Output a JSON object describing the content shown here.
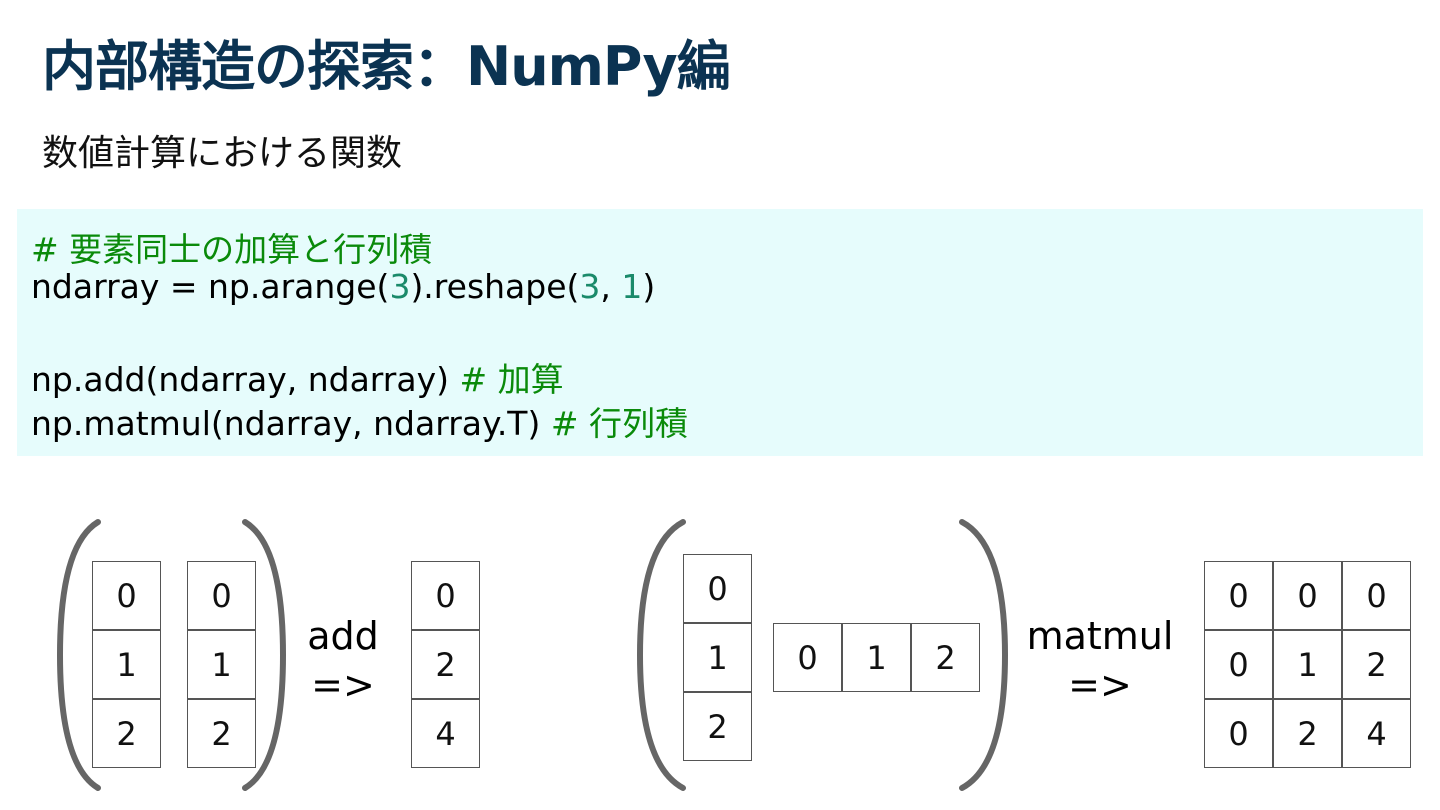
{
  "title": "内部構造の探索：NumPy編",
  "subtitle": "数値計算における関数",
  "code": {
    "comment1": "# 要素同士の加算と行列積",
    "line1_a": "ndarray = np.arange(",
    "line1_n1": "3",
    "line1_b": ").reshape(",
    "line1_n2": "3",
    "line1_c": ", ",
    "line1_n3": "1",
    "line1_d": ")",
    "line2_code": "np.add(ndarray, ndarray) ",
    "line2_comment": "# 加算",
    "line3_code": "np.matmul(ndarray, ndarray.T) ",
    "line3_comment": "# 行列積"
  },
  "add_diagram": {
    "left_a": [
      "0",
      "1",
      "2"
    ],
    "left_b": [
      "0",
      "1",
      "2"
    ],
    "op_name": "add",
    "arrow": "=>",
    "result": [
      "0",
      "2",
      "4"
    ]
  },
  "matmul_diagram": {
    "col": [
      "0",
      "1",
      "2"
    ],
    "row": [
      "0",
      "1",
      "2"
    ],
    "op_name": "matmul",
    "arrow": "=>",
    "result": [
      [
        "0",
        "0",
        "0"
      ],
      [
        "0",
        "1",
        "2"
      ],
      [
        "0",
        "2",
        "4"
      ]
    ]
  }
}
